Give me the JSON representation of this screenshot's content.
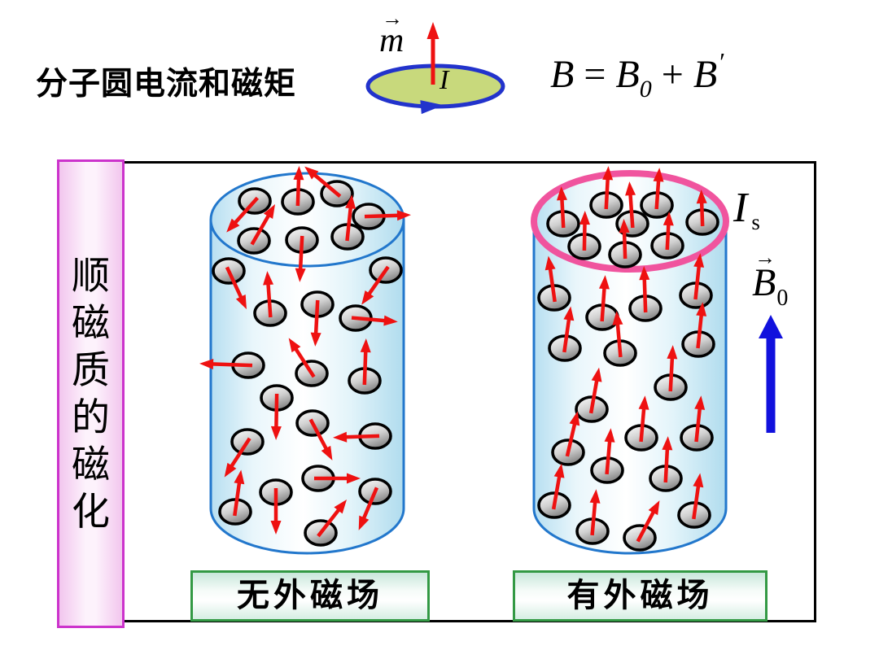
{
  "title": "分子圆电流和磁矩",
  "moment_diagram": {
    "m_label": "m",
    "vec_arrow": "→",
    "current_label": "I"
  },
  "formula": {
    "b": "B",
    "equals": "=",
    "b0": "B",
    "b0_sub": "0",
    "plus": "+",
    "bp": "B",
    "prime": "′"
  },
  "side_strip": {
    "chars": [
      "顺",
      "磁",
      "质",
      "的",
      "磁",
      "化"
    ]
  },
  "captions": {
    "left": "无外磁场",
    "right": "有外磁场"
  },
  "right_labels": {
    "is": "I",
    "is_sub": "s",
    "b0": "B",
    "b0_sub": "0",
    "vec_arrow": "→"
  },
  "colors": {
    "arrow_red": "#ee1111",
    "cylinder_blue": "#2277cc",
    "surface_pink": "#f0549e",
    "field_blue": "#1111dd",
    "strip_magenta": "#cc33cc",
    "caption_green": "#339944",
    "loop_blue": "#2233cc",
    "loop_fill": "#c8d97c",
    "molecule_gray": "#8a8a8a"
  },
  "diagram": {
    "left_molecules": [
      [
        313,
        247,
        222
      ],
      [
        366,
        248,
        2,
        44
      ],
      [
        414,
        238,
        -50
      ],
      [
        453,
        266,
        88
      ],
      [
        312,
        296,
        30
      ],
      [
        371,
        295,
        183
      ],
      [
        427,
        291,
        6
      ],
      [
        281,
        333,
        155
      ],
      [
        332,
        385,
        -4
      ],
      [
        390,
        374,
        183
      ],
      [
        437,
        391,
        95
      ],
      [
        474,
        332,
        215
      ],
      [
        305,
        449,
        272,
        60
      ],
      [
        383,
        459,
        -33
      ],
      [
        448,
        468,
        2
      ],
      [
        340,
        489,
        181
      ],
      [
        384,
        520,
        152
      ],
      [
        461,
        536,
        268
      ],
      [
        304,
        543,
        213
      ],
      [
        391,
        588,
        90
      ],
      [
        339,
        605,
        180
      ],
      [
        289,
        629,
        8
      ],
      [
        394,
        655,
        38
      ],
      [
        461,
        604,
        203
      ]
    ],
    "right_molecules": [
      [
        692,
        275,
        -3,
        46
      ],
      [
        745,
        252,
        3,
        48
      ],
      [
        777,
        275,
        -4,
        52
      ],
      [
        807,
        252,
        4,
        46
      ],
      [
        863,
        273,
        -2,
        40
      ],
      [
        718,
        303,
        1,
        44
      ],
      [
        768,
        313,
        -2,
        44
      ],
      [
        820,
        302,
        3,
        42
      ],
      [
        681,
        366,
        -8
      ],
      [
        740,
        390,
        4
      ],
      [
        793,
        379,
        -2
      ],
      [
        855,
        363,
        6
      ],
      [
        694,
        428,
        8
      ],
      [
        762,
        434,
        -5
      ],
      [
        858,
        423,
        6
      ],
      [
        824,
        476,
        3
      ],
      [
        727,
        503,
        10
      ],
      [
        788,
        538,
        5
      ],
      [
        856,
        538,
        6
      ],
      [
        698,
        556,
        13
      ],
      [
        746,
        578,
        5
      ],
      [
        818,
        588,
        3
      ],
      [
        681,
        621,
        10
      ],
      [
        728,
        653,
        5
      ],
      [
        786,
        661,
        28
      ],
      [
        853,
        633,
        8
      ]
    ]
  }
}
